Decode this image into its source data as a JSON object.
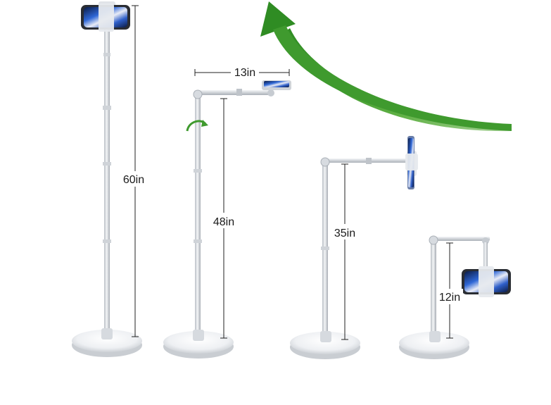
{
  "scene": {
    "description_labels": {
      "stand1_height": "60in",
      "stand2_height": "48in",
      "stand2_arm_length": "13in",
      "stand3_height": "35in",
      "stand4_height": "12in"
    },
    "arrow_color": "#3f9a2e",
    "rotate_arrow_color": "#3f9a2e",
    "metal_color": "#d9dde2",
    "phone_screen_color": "#1c3e8a"
  }
}
